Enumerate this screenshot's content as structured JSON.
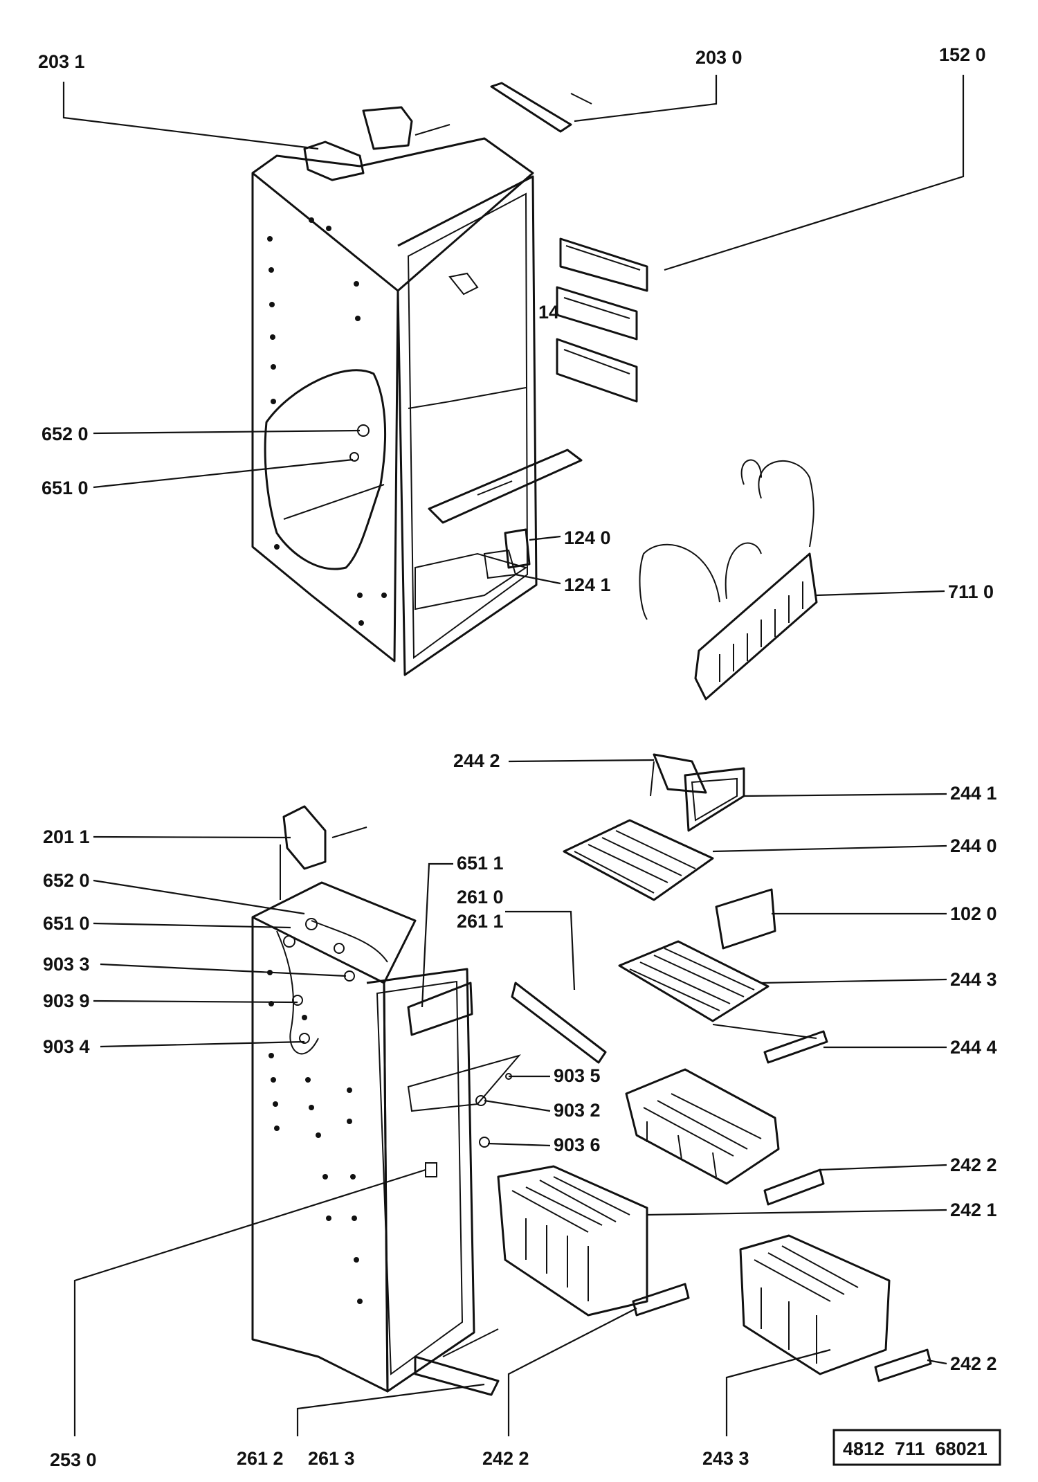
{
  "upper_assembly": {
    "labels": {
      "l2031": "203 1",
      "l2030": "203 0",
      "l1520": "152 0",
      "l6520": "652 0",
      "l6510": "651 0",
      "l1240": "124 0",
      "l1241": "124 1",
      "l7110": "711 0",
      "l14": "14"
    }
  },
  "lower_assembly": {
    "labels": {
      "l2442": "244 2",
      "l2441": "244 1",
      "l2011": "201 1",
      "l2440": "244 0",
      "l6511": "651 1",
      "l6520b": "652 0",
      "l2610": "261 0",
      "l2611": "261 1",
      "l1020": "102 0",
      "l6510b": "651 0",
      "l9033": "903 3",
      "l2443": "244 3",
      "l9039": "903 9",
      "l9034": "903 4",
      "l2444": "244 4",
      "l9035": "903 5",
      "l9032": "903 2",
      "l9036": "903 6",
      "l2422a": "242 2",
      "l2421": "242 1",
      "l2422b": "242 2",
      "l2530": "253 0",
      "l2612": "261 2",
      "l2613": "261 3",
      "l2422c": "242 2",
      "l2433": "243 3"
    }
  },
  "document_number": "4812  711  68021"
}
